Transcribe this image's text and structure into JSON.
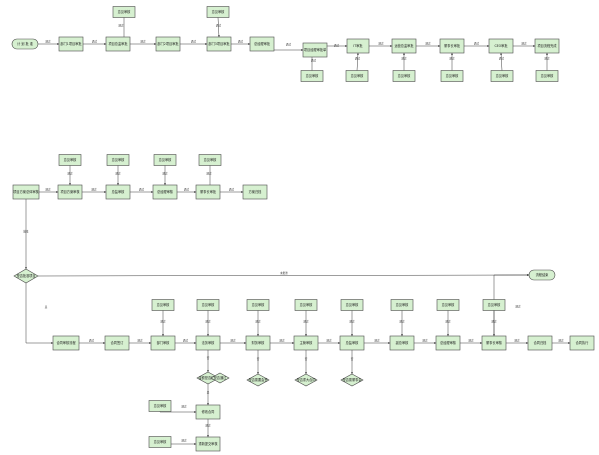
{
  "diagram": {
    "nodes": [
      {
        "id": "start",
        "shape": "terminal",
        "label": "计 划 批 准"
      },
      {
        "id": "n1",
        "shape": "rect",
        "label": "部门1项目审批"
      },
      {
        "id": "n2",
        "shape": "rect",
        "label": "项目总监审批"
      },
      {
        "id": "n3",
        "shape": "rect",
        "label": "部门2项目审批"
      },
      {
        "id": "n4",
        "shape": "rect",
        "label": "部门3项目审批"
      },
      {
        "id": "n5",
        "shape": "rect",
        "label": "总经理审批"
      },
      {
        "id": "n6",
        "shape": "rect",
        "label": "项目经理审批单"
      },
      {
        "id": "n7",
        "shape": "rect",
        "label": "IT审批"
      },
      {
        "id": "n8",
        "shape": "rect",
        "label": "运营总监审批"
      },
      {
        "id": "n9",
        "shape": "rect",
        "label": "董事长审批"
      },
      {
        "id": "n10",
        "shape": "rect",
        "label": "CEO审批"
      },
      {
        "id": "n11",
        "shape": "rect",
        "label": "项目流程完成"
      },
      {
        "id": "t1",
        "shape": "rect",
        "label": "意见审核"
      },
      {
        "id": "t2",
        "shape": "rect",
        "label": "意见审核"
      },
      {
        "id": "t3",
        "shape": "rect",
        "label": "意见审核"
      },
      {
        "id": "t4",
        "shape": "rect",
        "label": "意见审核"
      },
      {
        "id": "t5",
        "shape": "rect",
        "label": "意见审核"
      },
      {
        "id": "t6",
        "shape": "rect",
        "label": "意见审核"
      },
      {
        "id": "t7",
        "shape": "rect",
        "label": "意见审核"
      },
      {
        "id": "t8",
        "shape": "rect",
        "label": "意见审核"
      },
      {
        "id": "m1",
        "shape": "rect",
        "label": "项目方案总体审核"
      },
      {
        "id": "m2",
        "shape": "rect",
        "label": "项目方案审核"
      },
      {
        "id": "m3",
        "shape": "rect",
        "label": "总监审核"
      },
      {
        "id": "m4",
        "shape": "rect",
        "label": "总经理审核"
      },
      {
        "id": "m5",
        "shape": "rect",
        "label": "董事长审批"
      },
      {
        "id": "m6",
        "shape": "rect",
        "label": "方案归档"
      },
      {
        "id": "u1",
        "shape": "rect",
        "label": "意见审核"
      },
      {
        "id": "u2",
        "shape": "rect",
        "label": "意见审核"
      },
      {
        "id": "u3",
        "shape": "rect",
        "label": "意见审核"
      },
      {
        "id": "u4",
        "shape": "rect",
        "label": "意见审核"
      },
      {
        "id": "d1",
        "shape": "diamond",
        "label": "是否批准项目"
      },
      {
        "id": "end",
        "shape": "terminal",
        "label": "流程结束"
      },
      {
        "id": "b1",
        "shape": "rect",
        "label": "合同审核流程"
      },
      {
        "id": "b2",
        "shape": "rect",
        "label": "合同签订"
      },
      {
        "id": "b3",
        "shape": "rect",
        "label": "部门审核"
      },
      {
        "id": "b4",
        "shape": "rect",
        "label": "法务审核"
      },
      {
        "id": "b5",
        "shape": "rect",
        "label": "财务审核"
      },
      {
        "id": "b6",
        "shape": "rect",
        "label": "主管审核"
      },
      {
        "id": "b7",
        "shape": "rect",
        "label": "总监审核"
      },
      {
        "id": "b8",
        "shape": "rect",
        "label": "副总审核"
      },
      {
        "id": "b9",
        "shape": "rect",
        "label": "总经理审核"
      },
      {
        "id": "b10",
        "shape": "rect",
        "label": "董事长审核"
      },
      {
        "id": "b11",
        "shape": "rect",
        "label": "合同归档"
      },
      {
        "id": "b12",
        "shape": "rect",
        "label": "合同执行"
      },
      {
        "id": "v1",
        "shape": "rect",
        "label": "意见审核"
      },
      {
        "id": "v2",
        "shape": "rect",
        "label": "意见审核"
      },
      {
        "id": "v3",
        "shape": "rect",
        "label": "意见审核"
      },
      {
        "id": "v4",
        "shape": "rect",
        "label": "意见审核"
      },
      {
        "id": "v5",
        "shape": "rect",
        "label": "意见审核"
      },
      {
        "id": "v6",
        "shape": "rect",
        "label": "意见审核"
      },
      {
        "id": "v7",
        "shape": "rect",
        "label": "意见审核"
      },
      {
        "id": "v8",
        "shape": "rect",
        "label": "意见审核"
      },
      {
        "id": "dd1",
        "shape": "diamond",
        "label": "金额是否超限"
      },
      {
        "id": "dd2",
        "shape": "diamond",
        "label": "是否需要会签"
      },
      {
        "id": "dd3",
        "shape": "diamond",
        "label": "是否重大合同"
      },
      {
        "id": "dd4",
        "shape": "diamond",
        "label": "是否需董事会"
      },
      {
        "id": "dd5",
        "shape": "diamond",
        "label": "是否通过"
      },
      {
        "id": "c1",
        "shape": "rect",
        "label": "修改合同"
      },
      {
        "id": "c2",
        "shape": "rect",
        "label": "重新提交审核"
      },
      {
        "id": "w1",
        "shape": "rect",
        "label": "意见审核"
      },
      {
        "id": "w2",
        "shape": "rect",
        "label": "意见审核"
      }
    ],
    "edge_labels": {
      "approve": "通过",
      "reject": "驳回",
      "yes": "是",
      "no": "否",
      "not_approved": "未批准",
      "approved": "批准"
    }
  }
}
